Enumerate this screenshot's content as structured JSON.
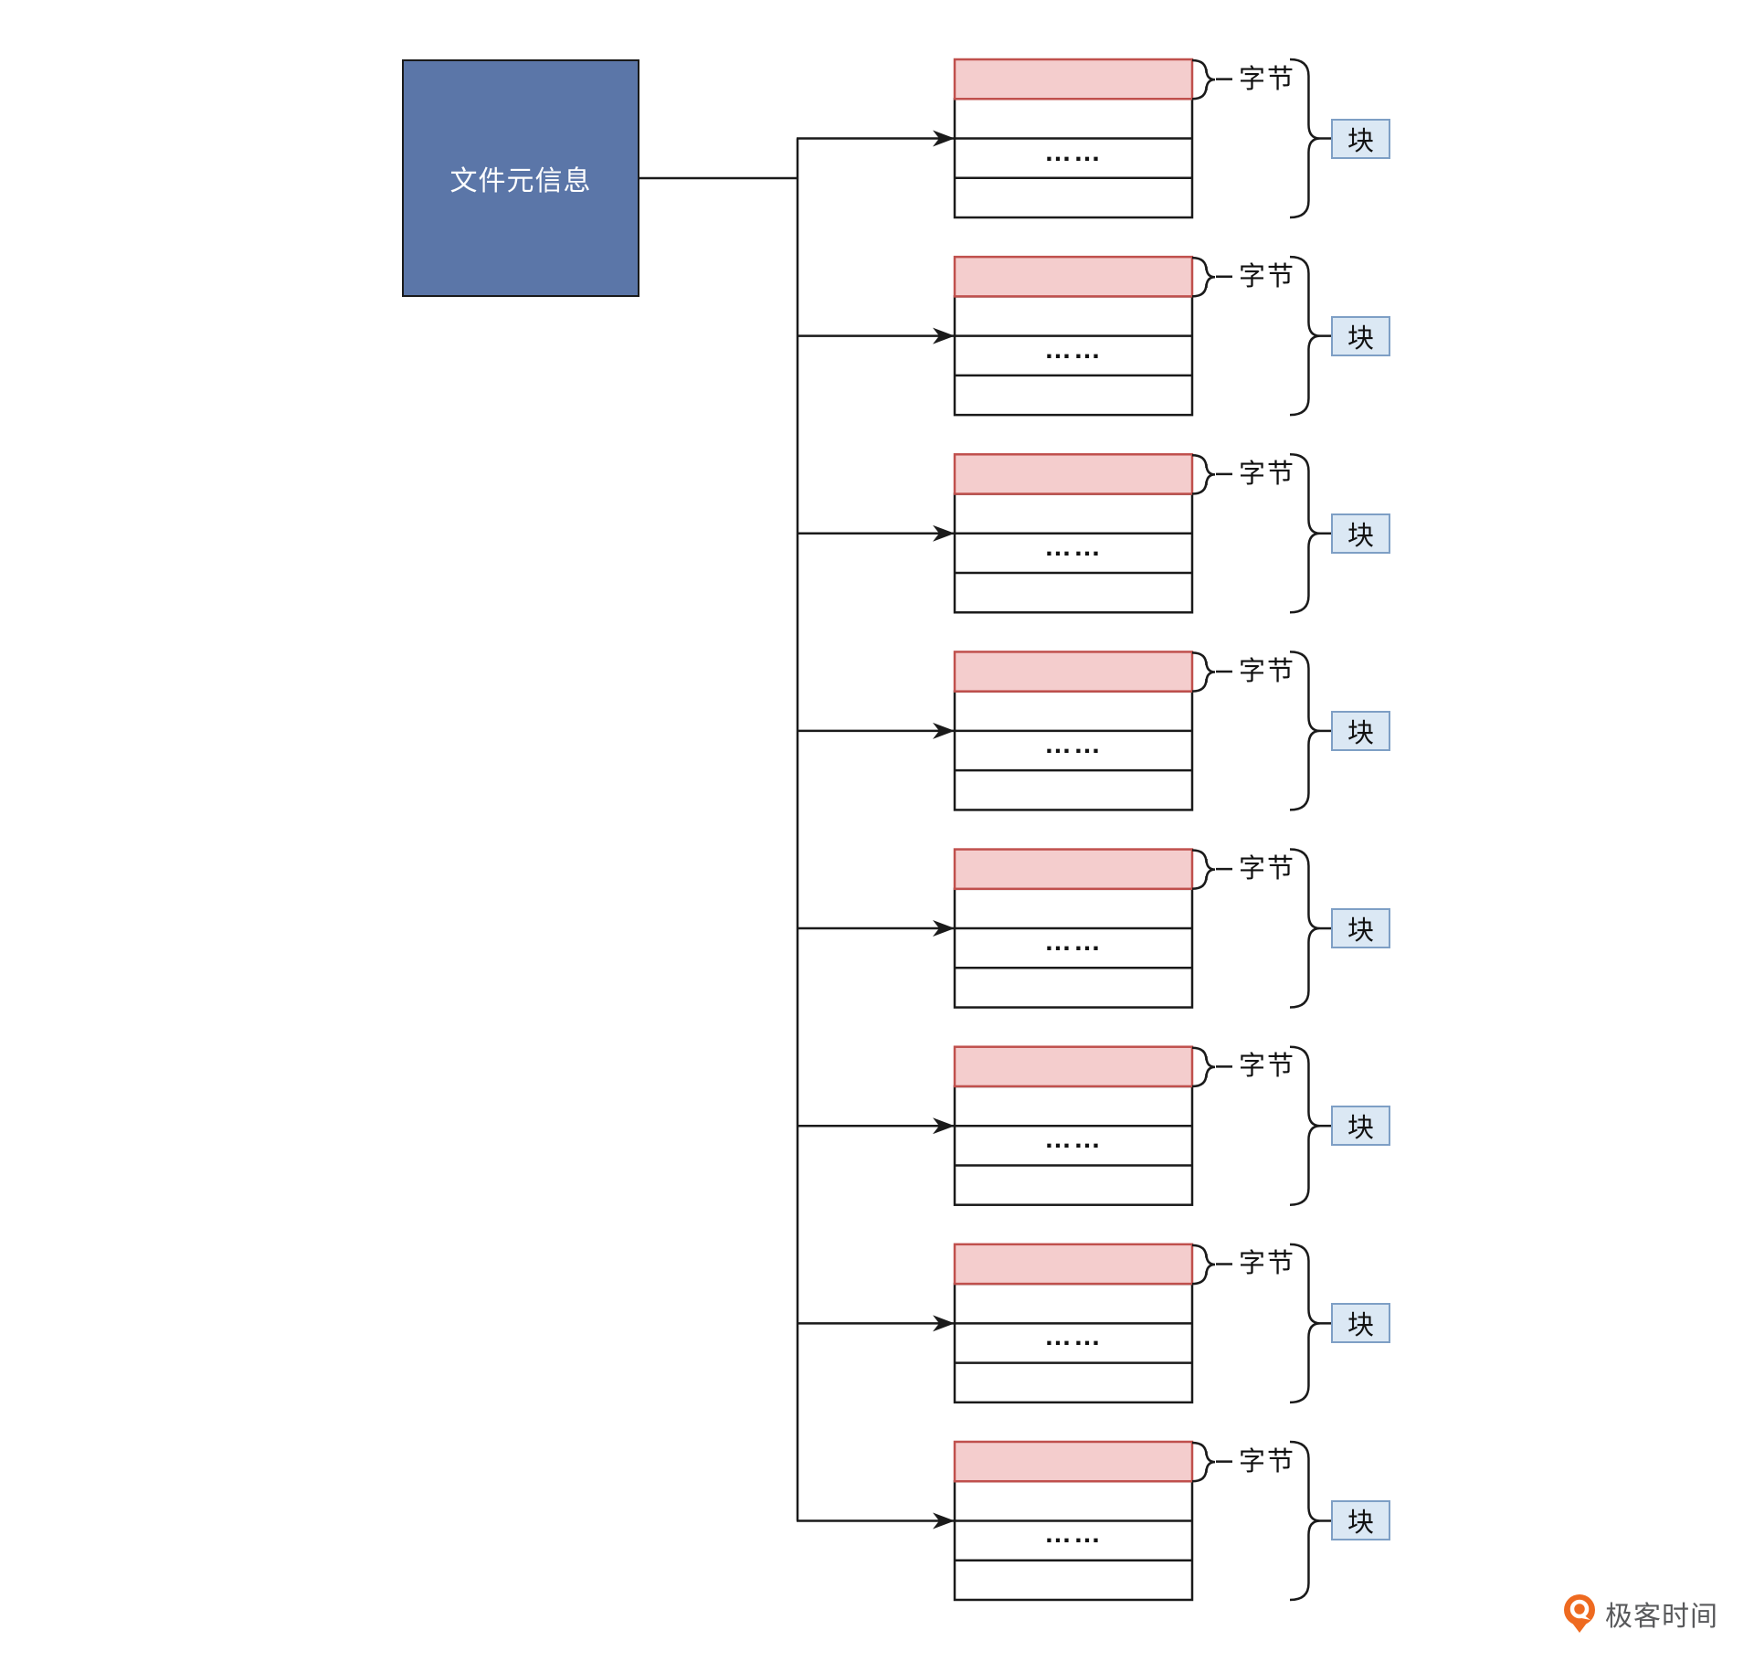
{
  "title_box": {
    "label": "文件元信息",
    "fill": "#5b76a8",
    "text_color": "#ffffff"
  },
  "labels_legend": {
    "byte": "字节",
    "block": "块"
  },
  "groups": [
    {
      "byte_label": "字节",
      "block_label": "块",
      "row_ellipsis": "……"
    },
    {
      "byte_label": "字节",
      "block_label": "块",
      "row_ellipsis": "……"
    },
    {
      "byte_label": "字节",
      "block_label": "块",
      "row_ellipsis": "……"
    },
    {
      "byte_label": "字节",
      "block_label": "块",
      "row_ellipsis": "……"
    },
    {
      "byte_label": "字节",
      "block_label": "块",
      "row_ellipsis": "……"
    },
    {
      "byte_label": "字节",
      "block_label": "块",
      "row_ellipsis": "……"
    },
    {
      "byte_label": "字节",
      "block_label": "块",
      "row_ellipsis": "……"
    },
    {
      "byte_label": "字节",
      "block_label": "块",
      "row_ellipsis": "……"
    }
  ],
  "styles": {
    "byte_row_fill": "#f4cdcd",
    "byte_row_border": "#c0504d",
    "block_box_fill": "#dbe8f4",
    "block_box_border": "#7e9fc5",
    "line_color": "#1a1a1a"
  },
  "watermark": {
    "label": "极客时间",
    "icon": "geektime-logo-icon",
    "icon_color": "#ee6a20",
    "text_color": "#58595b"
  }
}
